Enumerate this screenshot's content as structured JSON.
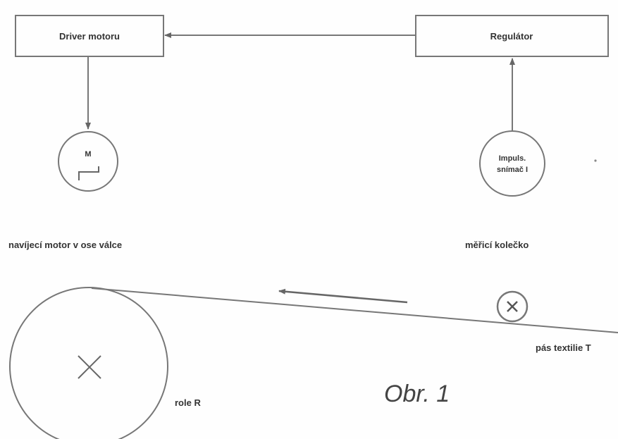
{
  "blocks": {
    "driver": "Driver motoru",
    "regulator": "Regulátor"
  },
  "motor": {
    "symbol": "M",
    "caption": "navíjecí motor v ose válce"
  },
  "sensor": {
    "line1": "Impuls.",
    "line2": "snímač I",
    "caption": "měřicí kolečko"
  },
  "belt": {
    "label": "pás textilie T"
  },
  "roll": {
    "label": "role R"
  },
  "figure": {
    "label": "Obr. 1"
  }
}
